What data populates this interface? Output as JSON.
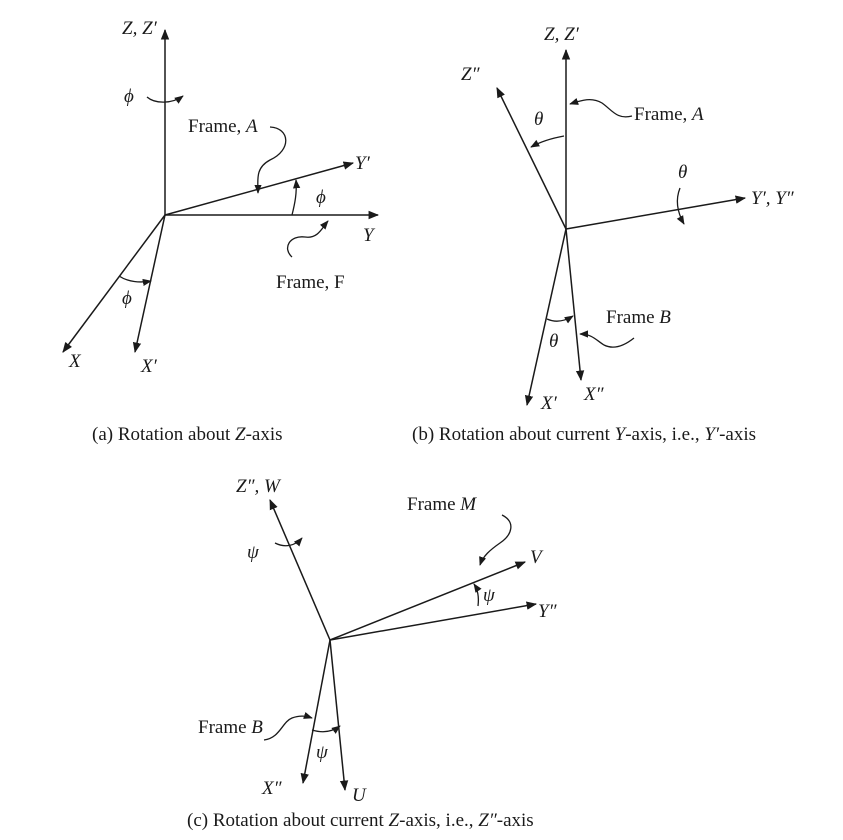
{
  "panels": {
    "a": {
      "z": "Z, Z′",
      "phi_top": "ϕ",
      "frame_a": "Frame, ",
      "frame_a_sym": "A",
      "y_prime": "Y′",
      "phi_right": "ϕ",
      "y": "Y",
      "frame_f": "Frame, F",
      "phi_bottom": "ϕ",
      "x": "X",
      "x_prime": "X′",
      "caption_pre": "(a) Rotation about ",
      "caption_sym": "Z",
      "caption_post": "-axis"
    },
    "b": {
      "z": "Z, Z′",
      "z_dd": "Z″",
      "theta_top": "θ",
      "frame_a": "Frame, ",
      "frame_a_sym": "A",
      "theta_right": "θ",
      "y": "Y′, Y″",
      "frame_b": "Frame ",
      "frame_b_sym": "B",
      "theta_bottom": "θ",
      "x_prime": "X′",
      "x_dd": "X″",
      "caption_pre": "(b) Rotation about current ",
      "caption_sym": "Y",
      "caption_mid": "-axis, i.e., ",
      "caption_sym2": "Y′",
      "caption_post": "-axis"
    },
    "c": {
      "w": "Z″, W",
      "psi_top": "ψ",
      "frame_m": "Frame ",
      "frame_m_sym": "M",
      "v": "V",
      "psi_right": "ψ",
      "y_dd": "Y″",
      "frame_b": "Frame ",
      "frame_b_sym": "B",
      "psi_bottom": "ψ",
      "x_dd": "X″",
      "u": "U",
      "caption_pre": "(c) Rotation about current ",
      "caption_sym": "Z",
      "caption_mid": "-axis, i.e., ",
      "caption_sym2": "Z″",
      "caption_post": "-axis"
    }
  }
}
